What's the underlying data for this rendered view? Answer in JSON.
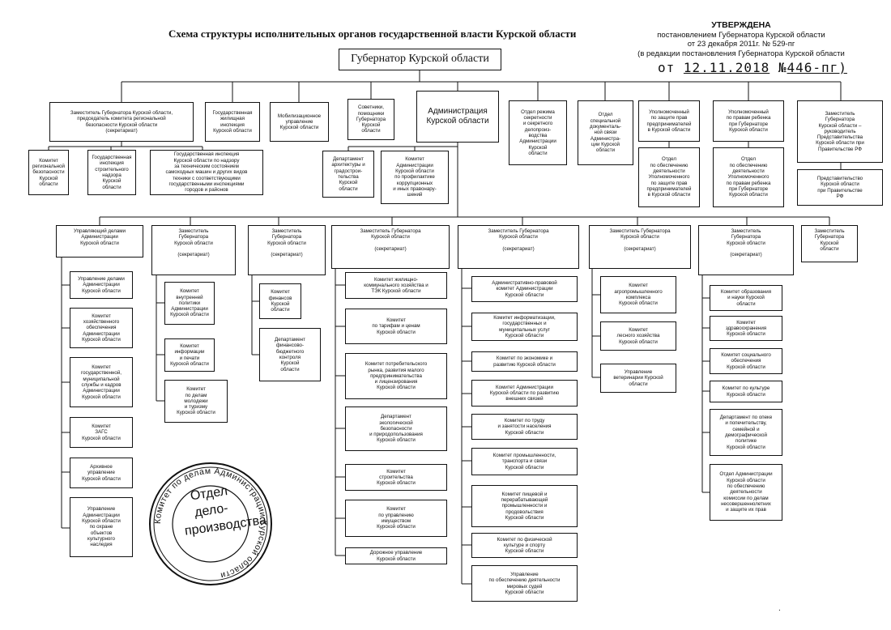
{
  "title": "Схема структуры исполнительных органов государственной власти Курской области",
  "approval": {
    "head": "УТВЕРЖДЕНА",
    "line1": "постановлением Губернатора Курской области",
    "line2": "от 23 декабря 2011г. № 529-пг",
    "line3": "(в редакции постановления Губернатора Курской области",
    "from": "от",
    "date": "12.11.2018",
    "num_prefix": "№",
    "number": "446-пг)"
  },
  "governor": "Губернатор Курской области",
  "administration": "Администрация\nКурской области",
  "row2": {
    "deputy_security": "Заместитель Губернатора Курской области,\nпредседатель комитета  региональной\nбезопасности  Курской области\n(секретариат)",
    "housing_inspection": "Государственная\nжилищная\nинспекция\nКурской области",
    "mobilization": "Мобилизационное\nуправление\nКурской области",
    "advisers": "Советники,\nпомощники\nГубернатора\nКурской\nобласти",
    "secrecy_dept": "Отдел  режима\nсекретности\nи секретного\nделопроиз-\nводства\nАдминистрации\nКурской\nобласти",
    "special_docs": "Отдел\nспециальной\nдокументаль-\nной связи\nАдминистра-\nции Курской\nобласти",
    "business_ombudsman": "Уполномоченный\nпо защите прав\nпредпринимателей\nв Курской области",
    "child_ombudsman": "Уполномоченный\nпо правам ребенка\nпри Губернаторе\nКурской области",
    "deputy_rf_rep": "Заместитель\nГубернатора\nКурской области –\nруководитель\nПредставительства\nКурской области при\nПравительстве РФ"
  },
  "row3": {
    "regional_security": "Комитет\nрегиональной\nбезопасности\nКурской\nобласти",
    "construction_supervision": "Государственная\nинспекция\nстроительного\nнадзора\nКурской\nобласти",
    "tech_inspection": "Государственная инспекция\nКурской области  по надзору\nза  техническим состоянием\nсамоходных машин и других видов\nтехники с соответствующими\nгосударственными инспекциями\nгородов и районов",
    "architecture": "Департамент\nархитектуры и\nградострои-\nтельства\nКурской\nобласти",
    "anticorruption": "Комитет\nАдминистрации\nКурской области\nпо профилактике\nкоррупционных\nи иных правонару-\nшений",
    "business_ombudsman_dept": "Отдел\nпо обеспечению\nдеятельности\nУполномоченного\nпо защите прав\nпредпринимателей\nв Курской области",
    "child_ombudsman_dept": "Отдел\nпо обеспечению\nдеятельности\nУполномоченного\nпо правам ребенка\nпри  Губернаторе\nКурской области",
    "rf_representation": "Представительство\nКурской области\nпри Правительстве\nРФ"
  },
  "columns": [
    {
      "head": "Управляющий делами\nАдминистрации\nКурской области",
      "items": [
        "Управление делами\nАдминистрации\nКурской области",
        "Комитет\nхозяйственного\nобеспечения\nАдминистрации\nКурской области",
        "Комитет\nгосударственной,\nмуниципальной\nслужбы и кадров\nАдминистрации\nКурской области",
        "Комитет\nЗАГС\nКурской области",
        "Архивное\nуправление\nКурской области",
        "Управление\nАдминистрации\nКурской области\nпо охране\nобъектов\nкультурного\nнаследия"
      ]
    },
    {
      "head": "Заместитель\nГубернатора\nКурской области\n\n(секретариат)",
      "items": [
        "Комитет\nвнутренней\nполитики\nАдминистрации\nКурской области",
        "Комитет\nинформации\nи печати\nКурской области",
        "Комитет\nпо делам\nмолодежи\nи туризму\nКурской области"
      ]
    },
    {
      "head": "Заместитель\nГубернатора\nКурской области\n\n(секретариат)",
      "items": [
        "Комитет\nфинансов\nКурской\nобласти",
        "Департамент\nфинансово-\nбюджетного\nконтроля\nКурской\nобласти"
      ]
    },
    {
      "head": "Заместитель Губернатора\nКурской области\n\n(секретариат)",
      "items": [
        "Комитет жилищно-\nкоммунального хозяйства и\nТЭК  Курской области",
        "Комитет\nпо тарифам  и  ценам\nКурской области",
        "Комитет потребительского\nрынка, развития малого\nпредпринимательства\nи  лицензирования\nКурской области",
        "Департамент\nэкологической\nбезопасности\nи  природопользования\nКурской области",
        "Комитет\nстроительства\nКурской области",
        "Комитет\nпо управлению\nимуществом\nКурской области",
        "Дорожное управление\nКурской области"
      ]
    },
    {
      "head": "Заместитель Губернатора\nКурской области\n\n(секретариат)",
      "items": [
        "Административно-правовой\nкомитет Администрации\nКурской области",
        "Комитет информатизации,\nгосударственных и\nмуниципальных услуг\nКурской области",
        "Комитет  по экономике и\nразвитию Курской  области",
        "Комитет   Администрации\nКурской области по развитию\nвнешних связей",
        "Комитет по труду\nи занятости населения\nКурской области",
        "Комитет промышленности,\nтранспорта и связи\nКурской области",
        "Комитет пищевой и\nперерабатывающей\nпромышленности и\nпродовольствия\nКурской области",
        "Комитет по физической\nкультуре и спорту\nКурской области",
        "Управление\nпо обеспечению деятельности\nмировых судей\nКурской области"
      ]
    },
    {
      "head": "Заместитель Губернатора\nКурской области\n\n(секретариат)",
      "items": [
        "Комитет\nагропромышленного\nкомплекса\nКурской области",
        "Комитет\nлесного хозяйства\nКурской области",
        "Управление\nветеринарии Курской\nобласти"
      ]
    },
    {
      "head": "Заместитель\nГубернатора\nКурской области\n\n(секретариат)",
      "items": [
        "Комитет образования\nи науки Курской\nобласти",
        "Комитет\nздравоохранения\nКурской области",
        "Комитет социального\nобеспечения\nКурской области",
        "Комитет  по культуре\nКурской области",
        "Департамент по опеке\nи попечительству,\nсемейной и\nдемографической\nполитике\nКурской области",
        "Отдел Администрации\nКурской области\nпо обеспечению\nдеятельности\nкомиссии по делам\nнесовершеннолетних\nи защите их прав"
      ]
    },
    {
      "head": "Заместитель\nГубернатора\nКурской\nобласти",
      "items": []
    }
  ],
  "stamp": {
    "ring": "Комитет по делам Администрации Курской области",
    "center": "Отдел\nдело-\nпроизводства"
  }
}
